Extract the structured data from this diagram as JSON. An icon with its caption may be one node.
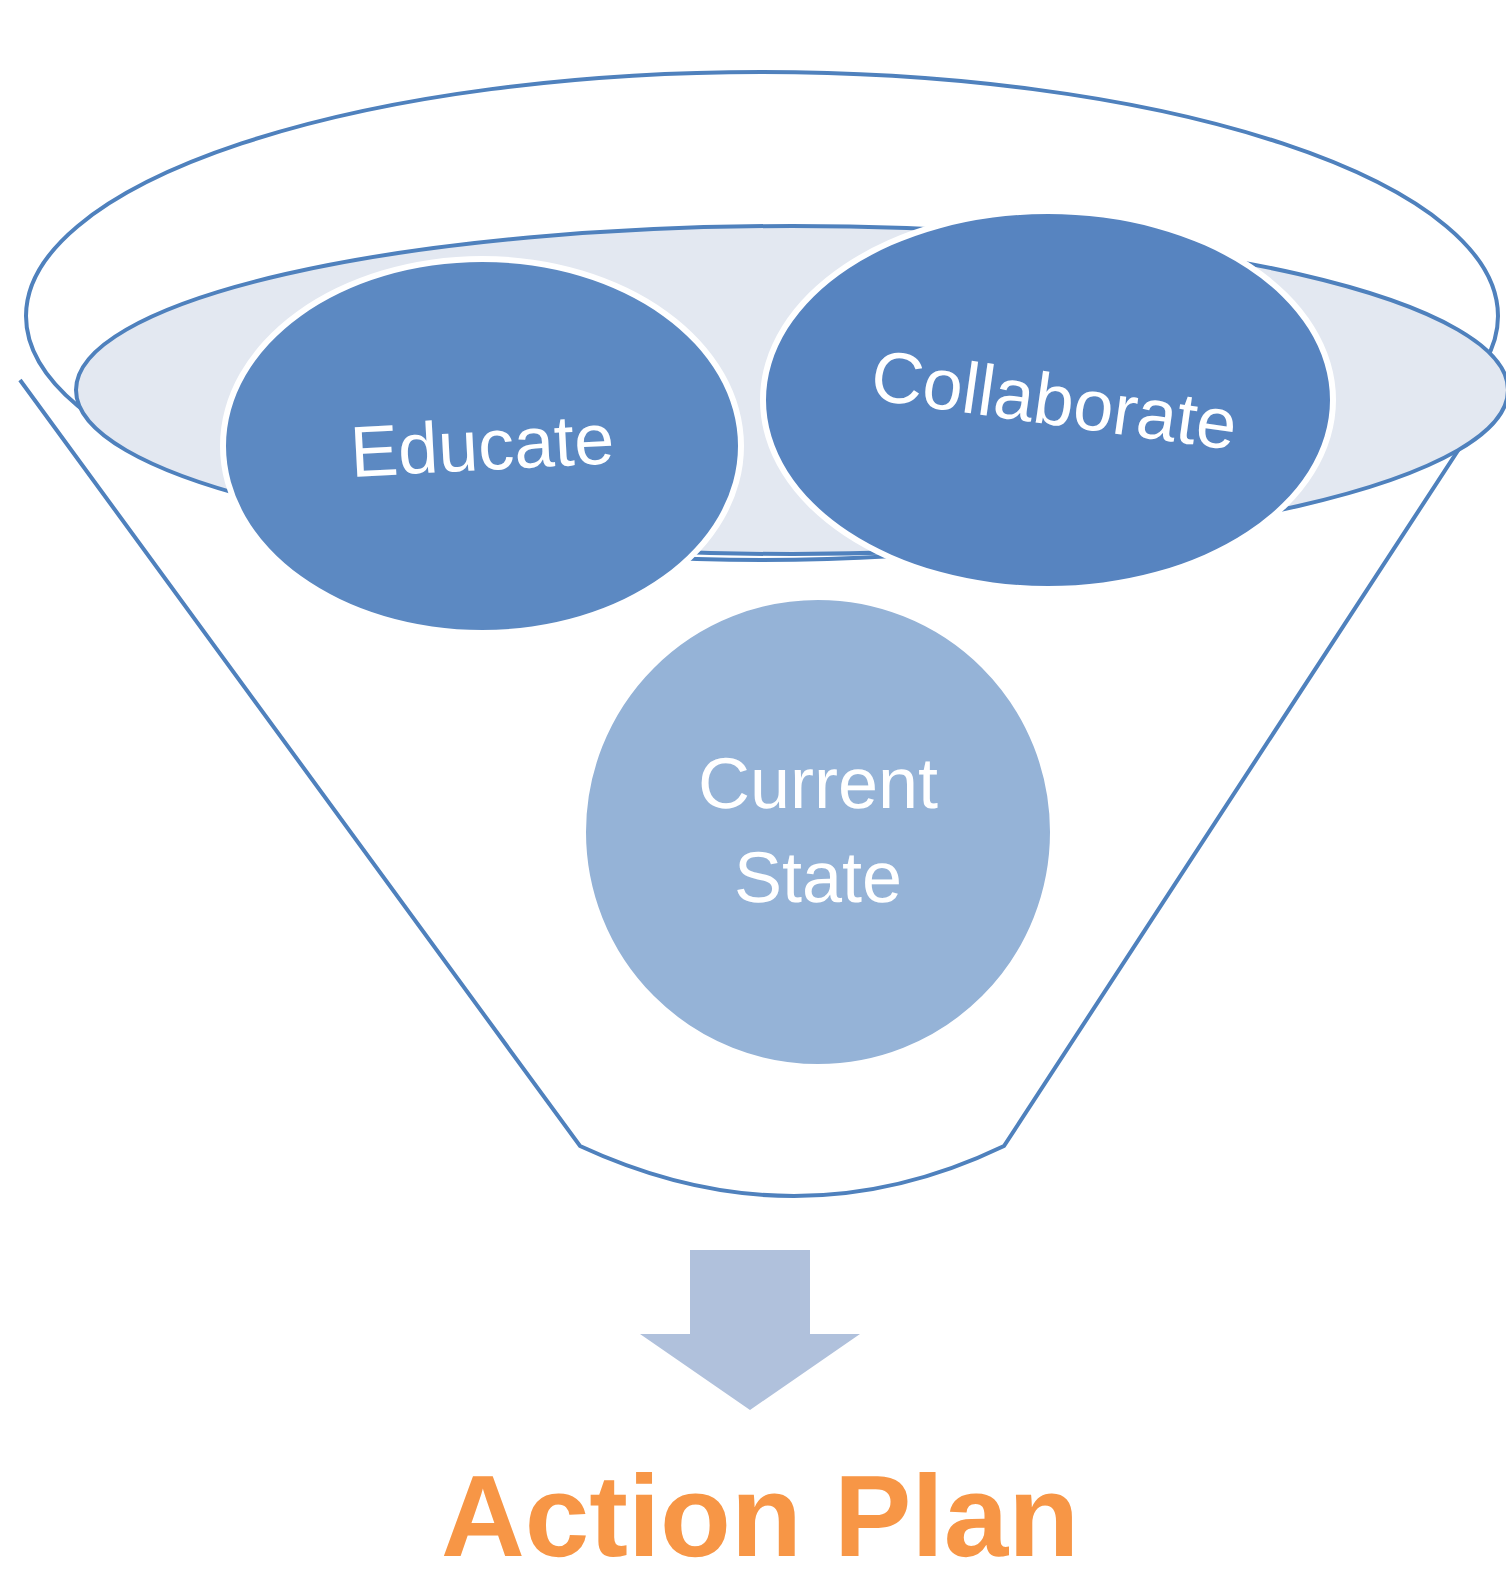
{
  "diagram": {
    "nodes": [
      {
        "text": [],
        "shape": "funnel"
      },
      {
        "text": [
          "Educate"
        ],
        "in": 0
      },
      {
        "text": [
          "Collaborate"
        ],
        "in": 0
      },
      {
        "text": [
          "Current State"
        ],
        "in": 0
      },
      {
        "text": [
          "Action Plan"
        ]
      }
    ],
    "edges": [
      {
        "from": 0,
        "to": 4,
        "arrow": "to"
      }
    ]
  }
}
